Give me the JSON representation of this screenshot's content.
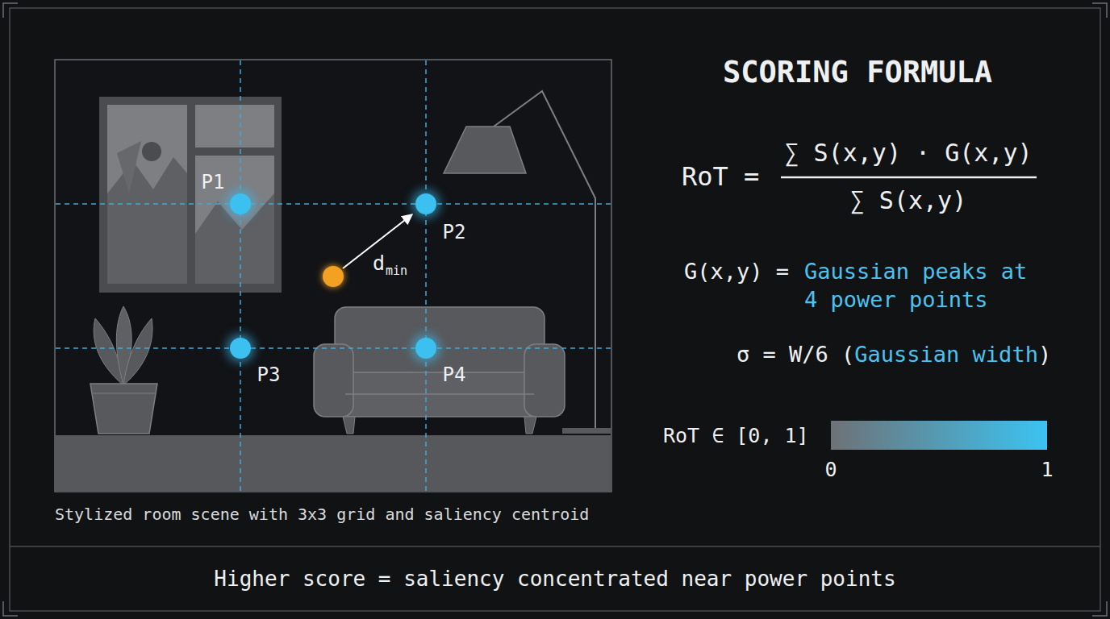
{
  "diagram": {
    "title": "SCORING FORMULA",
    "caption": "Stylized room scene with 3x3 grid and saliency centroid",
    "nodes": [
      {
        "text": [
          "P1"
        ]
      },
      {
        "text": [
          "P2"
        ]
      },
      {
        "text": [
          "P3"
        ]
      },
      {
        "text": [
          "P4"
        ]
      }
    ],
    "labels": [
      "d",
      "min",
      "RoT",
      "=",
      "∑ S(x,y) · G(x,y)",
      "∑ S(x,y)",
      "G(x,y) =",
      "Gaussian peaks at",
      "4 power points",
      "σ = W/6 (",
      "Gaussian width",
      ")",
      "RoT ∈ [0, 1]",
      "0",
      "1",
      "Higher score = saliency concentrated near power points"
    ]
  }
}
